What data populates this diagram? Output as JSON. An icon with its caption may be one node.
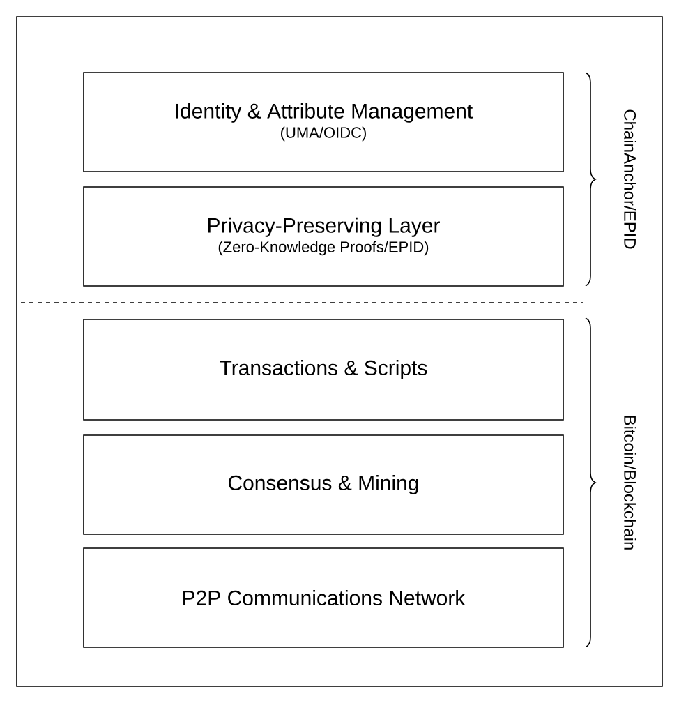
{
  "diagram": {
    "nodes": [
      {
        "text": [
          "Identity & Attribute Management",
          "(UMA/OIDC)"
        ]
      },
      {
        "text": [
          "Privacy-Preserving Layer",
          "(Zero-Knowledge Proofs/EPID)"
        ]
      },
      {
        "text": [
          "Transactions & Scripts"
        ]
      },
      {
        "text": [
          "Consensus & Mining"
        ]
      },
      {
        "text": [
          "P2P Communications Network"
        ]
      }
    ],
    "edges": [],
    "labels": [
      "ChainAnchor/EPID",
      "Bitcoin/Blockchain"
    ]
  }
}
